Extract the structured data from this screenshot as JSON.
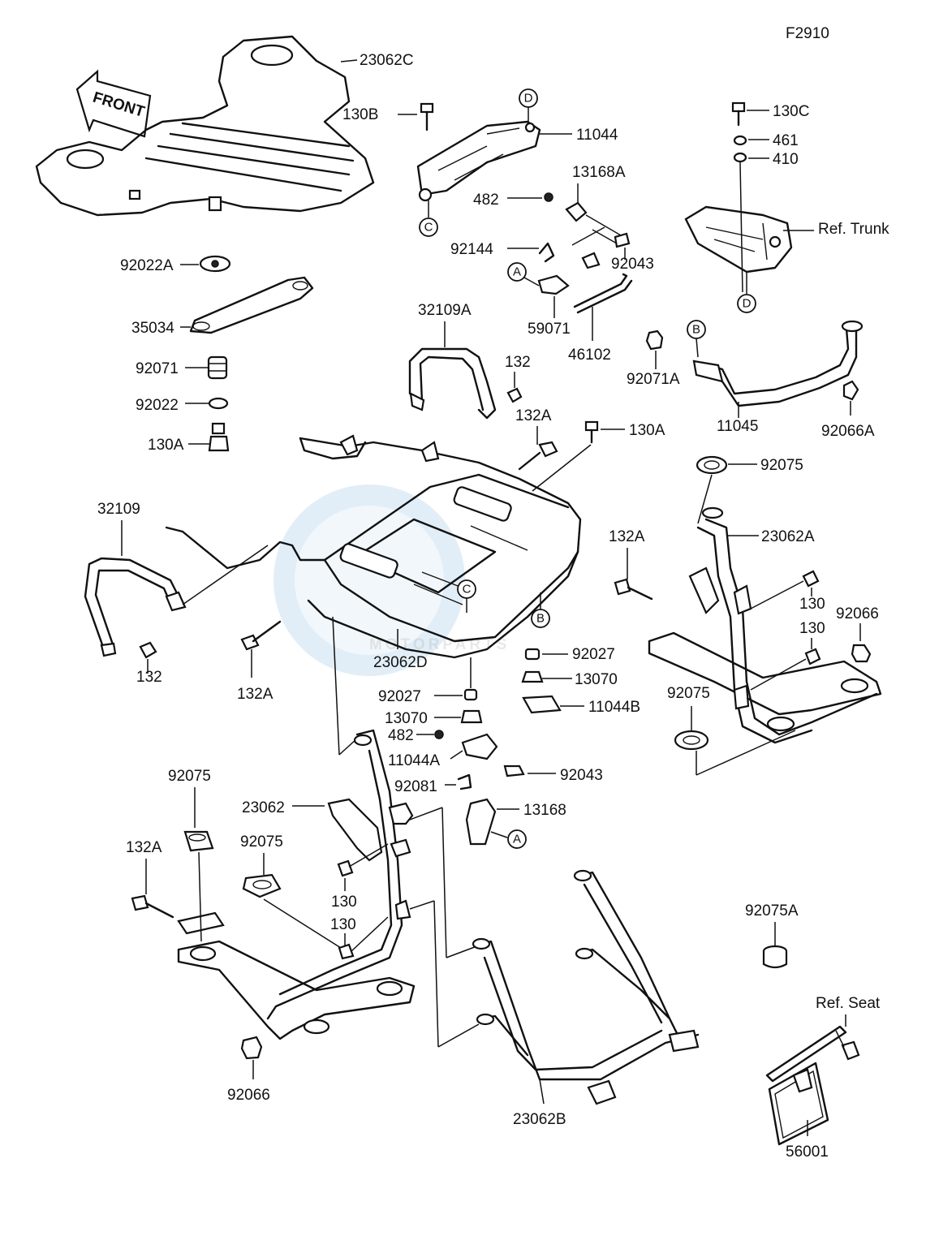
{
  "figure_code": "F2910",
  "front_sign": "FRONT",
  "watermark": {
    "brand": "MOTORPARTS"
  },
  "part_labels": {
    "p23062C": "23062C",
    "p130B": "130B",
    "p11044": "11044",
    "p130C": "130C",
    "p461": "461",
    "p410": "410",
    "p13168A": "13168A",
    "p482_top": "482",
    "refTrunk": "Ref. Trunk",
    "p92022A": "92022A",
    "p92144": "92144",
    "p92043_top": "92043",
    "p35034": "35034",
    "p59071": "59071",
    "p46102": "46102",
    "p32109A": "32109A",
    "p92071A": "92071A",
    "p92071": "92071",
    "p132_top": "132",
    "p11045": "11045",
    "p92066A": "92066A",
    "p92022": "92022",
    "p132A_1": "132A",
    "p130A_right": "130A",
    "p130A_left": "130A",
    "p92075_r1": "92075",
    "p32109": "32109",
    "p23062A": "23062A",
    "p132A_2": "132A",
    "p130_r1": "130",
    "p92066_r": "92066",
    "p130_r2": "130",
    "p132_bot": "132",
    "p132A_3": "132A",
    "p23062D": "23062D",
    "p92027_r": "92027",
    "p13070_r": "13070",
    "p11044B": "11044B",
    "p92075_r2": "92075",
    "p92027_c": "92027",
    "p13070_c": "13070",
    "p482_bot": "482",
    "p11044A": "11044A",
    "p92043_bot": "92043",
    "p92081": "92081",
    "p92075_l1": "92075",
    "p23062": "23062",
    "p13168": "13168",
    "p132A_4": "132A",
    "p92075_l2": "92075",
    "p130_l1": "130",
    "p130_l2": "130",
    "p92075A": "92075A",
    "refSeat": "Ref. Seat",
    "p92066_l": "92066",
    "p23062B": "23062B",
    "p56001": "56001"
  },
  "ref_markers": {
    "A": "A",
    "B": "B",
    "C": "C",
    "D": "D"
  }
}
